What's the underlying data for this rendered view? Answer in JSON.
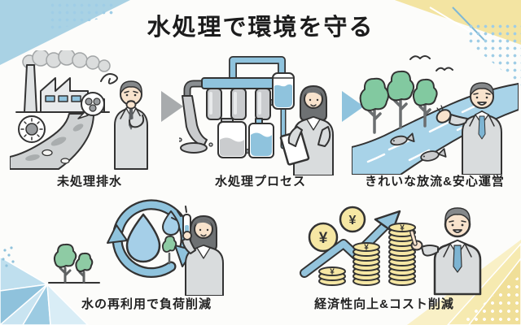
{
  "title": "水処理で環境を守る",
  "symbols": {
    "yen": "¥"
  },
  "panels": [
    {
      "id": "untreated",
      "label": "未処理排水"
    },
    {
      "id": "process",
      "label": "水処理プロセス"
    },
    {
      "id": "clean",
      "label": "きれいな放流&安心運営"
    },
    {
      "id": "reuse",
      "label": "水の再利用で負荷削減"
    },
    {
      "id": "economy",
      "label": "経済性向上&コスト削減"
    }
  ],
  "colors": {
    "accent_blue": "#8fc3dd",
    "light_blue_corner": "#a9d2e4",
    "yellow_corner": "#f3e4a2",
    "coin_yellow": "#f6e7a4",
    "tree_green": "#82c9a0",
    "polluted_gray": "#cfd2d3",
    "outline": "#333333"
  }
}
